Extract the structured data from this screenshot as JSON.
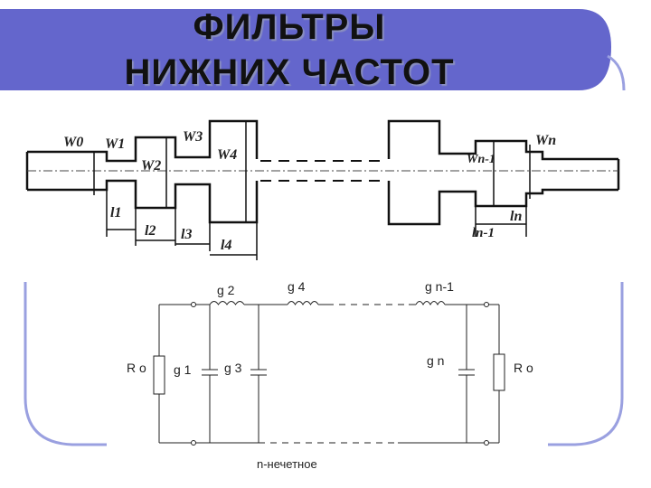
{
  "slide": {
    "title_line1": "ФИЛЬТРЫ",
    "title_line2": "НИЖНИХ ЧАСТОТ",
    "accent_color": "#6466cc",
    "frame_color": "#9aa0e0"
  },
  "stripline": {
    "width_labels": [
      "W0",
      "W1",
      "W2",
      "W3",
      "W4",
      "Wn-1",
      "Wn"
    ],
    "length_labels": [
      "l1",
      "l2",
      "l3",
      "l4",
      "ln-1",
      "ln"
    ]
  },
  "circuit": {
    "source_resistor": "R o",
    "load_resistor": "R o",
    "elements": {
      "g1": "g 1",
      "g2": "g 2",
      "g3": "g 3",
      "g4": "g 4",
      "gn_1": "g n-1",
      "gn": "g n"
    },
    "caption": "n-нечетное"
  }
}
